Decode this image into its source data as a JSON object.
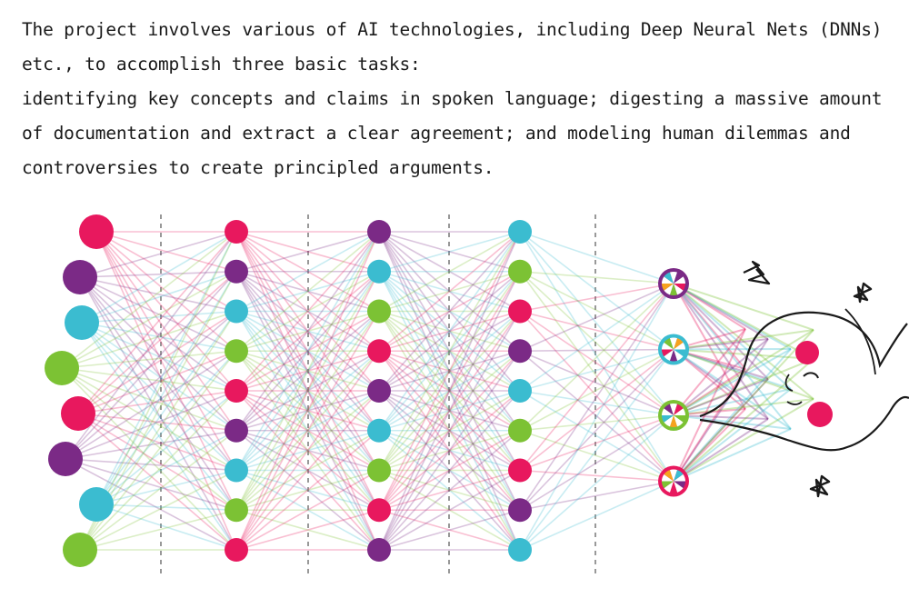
{
  "caption": [
    "The project involves various of AI technologies, including Deep Neural Nets (DNNs)",
    "etc., to accomplish three basic tasks:",
    "identifying key concepts and claims in spoken language; digesting a massive amount",
    "of documentation and extract a clear agreement; and modeling human dilemmas and",
    "controversies to create principled arguments."
  ],
  "palette": {
    "pink": "#e8185e",
    "purple": "#7b2a86",
    "cyan": "#3bbcd0",
    "green": "#7cc234",
    "ink": "#1a1a1a"
  },
  "network": {
    "layers": [
      [
        "pink",
        "purple",
        "cyan",
        "green",
        "pink",
        "purple",
        "cyan",
        "green"
      ],
      [
        "pink",
        "purple",
        "cyan",
        "green",
        "pink",
        "purple",
        "cyan",
        "green",
        "pink"
      ],
      [
        "purple",
        "cyan",
        "green",
        "pink",
        "purple",
        "cyan",
        "green",
        "pink",
        "purple"
      ],
      [
        "cyan",
        "green",
        "pink",
        "purple",
        "cyan",
        "green",
        "pink",
        "purple",
        "cyan"
      ],
      [
        "purple",
        "cyan",
        "green",
        "pink"
      ]
    ]
  }
}
